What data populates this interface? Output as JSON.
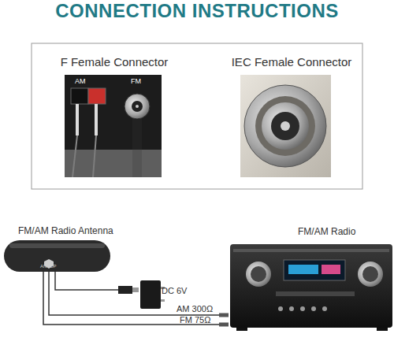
{
  "diagram": {
    "title": "CONNECTION INSTRUCTIONS",
    "nodes": [
      {
        "text": [
          "F Female Connector",
          "AM",
          "FM"
        ]
      },
      {
        "text": [
          "IEC Female Connector"
        ]
      },
      {
        "text": [
          "FM/AM Radio Antenna",
          "ANTOP"
        ]
      },
      {
        "text": [
          "FM/AM Radio"
        ]
      }
    ],
    "edges": [
      {
        "from": 2,
        "to": 3,
        "label": "AM 300Ω",
        "arrow": "none"
      },
      {
        "from": 2,
        "to": 3,
        "label": "FM 75Ω",
        "arrow": "none"
      }
    ],
    "labels": [
      "DC 6V"
    ]
  }
}
